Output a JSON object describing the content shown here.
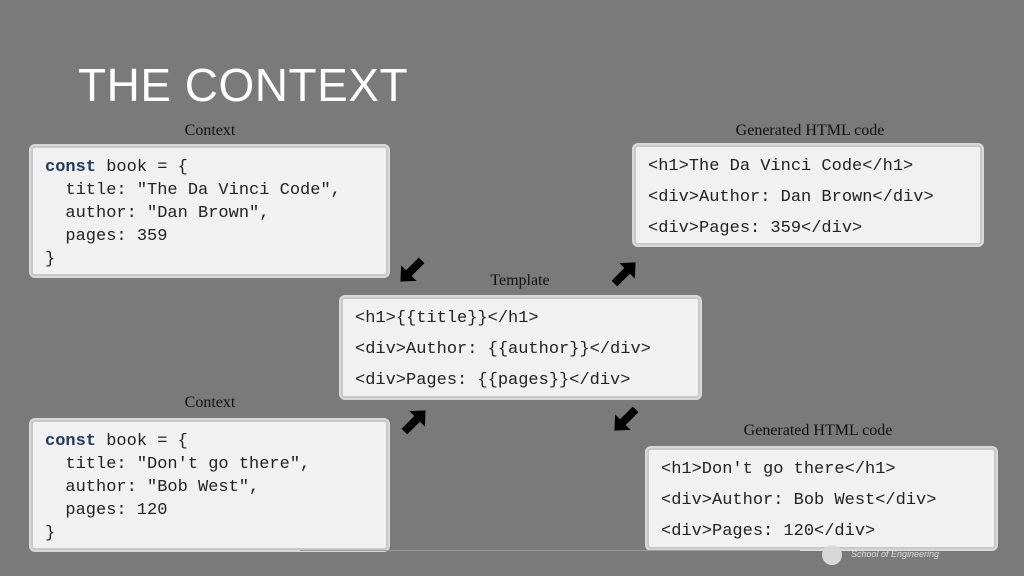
{
  "slide": {
    "title": "THE CONTEXT"
  },
  "context_top": {
    "caption": "Context",
    "keyword": "const",
    "first_line_rest": " book = {",
    "lines": [
      "  title: \"The Da Vinci Code\",",
      "  author: \"Dan Brown\",",
      "  pages: 359",
      "}"
    ]
  },
  "generated_top": {
    "caption": "Generated HTML code",
    "lines": [
      "<h1>The Da Vinci Code</h1>",
      "<div>Author: Dan Brown</div>",
      "<div>Pages: 359</div>"
    ]
  },
  "template": {
    "caption": "Template",
    "lines": [
      "<h1>{{title}}</h1>",
      "<div>Author: {{author}}</div>",
      "<div>Pages: {{pages}}</div>"
    ]
  },
  "context_bottom": {
    "caption": "Context",
    "keyword": "const",
    "first_line_rest": " book = {",
    "lines": [
      "  title: \"Don't go there\",",
      "  author: \"Bob West\",",
      "  pages: 120",
      "}"
    ]
  },
  "generated_bottom": {
    "caption": "Generated HTML code",
    "lines": [
      "<h1>Don't go there</h1>",
      "<div>Author: Bob West</div>",
      "<div>Pages: 120</div>"
    ]
  },
  "footer": {
    "text": "School of Engineering"
  },
  "colors": {
    "background": "#7a7a7a",
    "box": "#f1f1f1",
    "keyword": "#1f3a5f"
  }
}
